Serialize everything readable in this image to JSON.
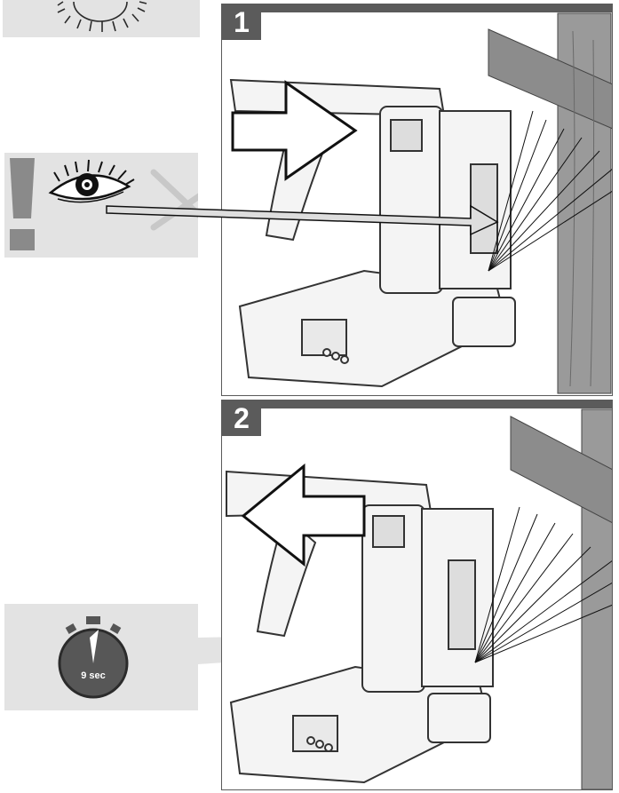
{
  "steps": [
    {
      "number": "1",
      "direction": "push"
    },
    {
      "number": "2",
      "direction": "release"
    }
  ],
  "timer": {
    "label": "9 sec",
    "value_seconds": 9
  },
  "icons": {
    "sun": "sun-icon",
    "warning": "exclamation-warning-icon",
    "eye": "eye-icon",
    "cross": "cross-out-icon",
    "stopwatch": "stopwatch-icon"
  },
  "colors": {
    "panel_bg": "#e3e3e3",
    "badge": "#5b5b5b",
    "tool_line": "#333333",
    "wood": "#8c8c8c"
  }
}
